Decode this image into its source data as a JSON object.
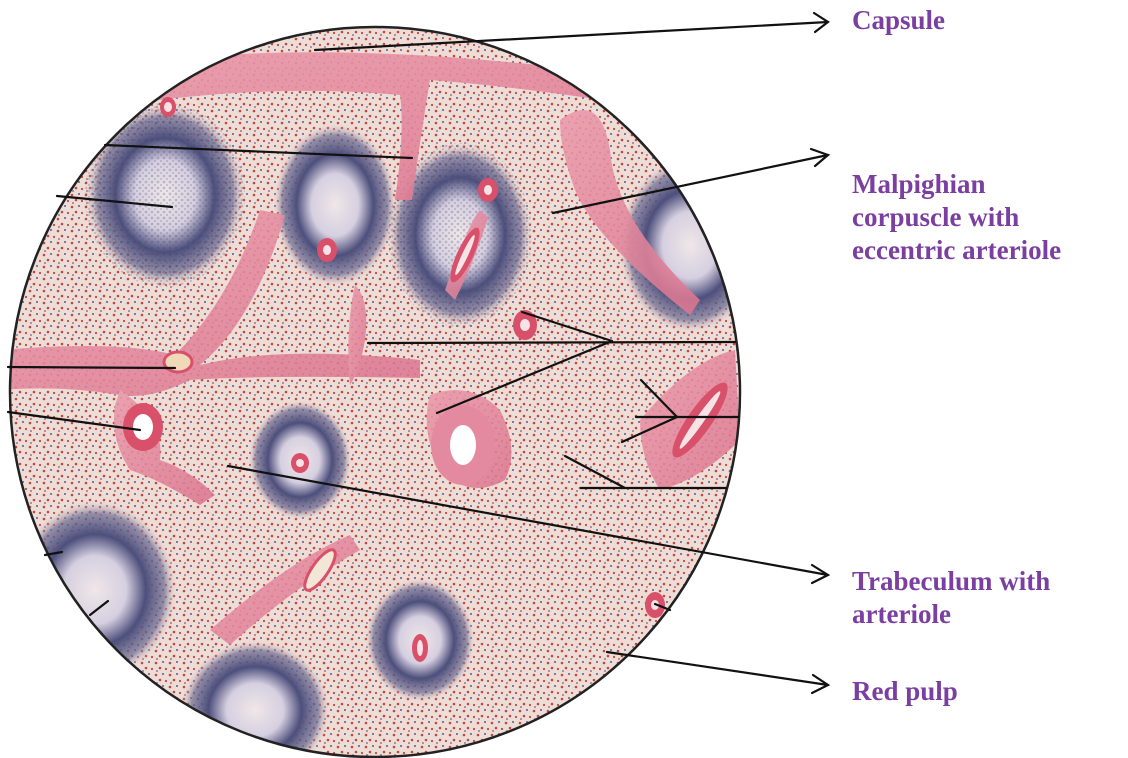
{
  "colors": {
    "label": "#7a3fa0",
    "pointer": "#111111",
    "red_pulp": "#ecd9d4",
    "red_cells": "#c2493d",
    "trabecula": "#e3869a",
    "white_pulp": "#4a4c78",
    "outline": "#222222"
  },
  "labels": {
    "capsule": "Capsule",
    "malpighian": [
      "Malpighian",
      "corpuscle with",
      "eccentric arteriole"
    ],
    "trabeculum": [
      "Trabeculum with",
      "arteriole"
    ],
    "red_pulp": "Red pulp"
  }
}
